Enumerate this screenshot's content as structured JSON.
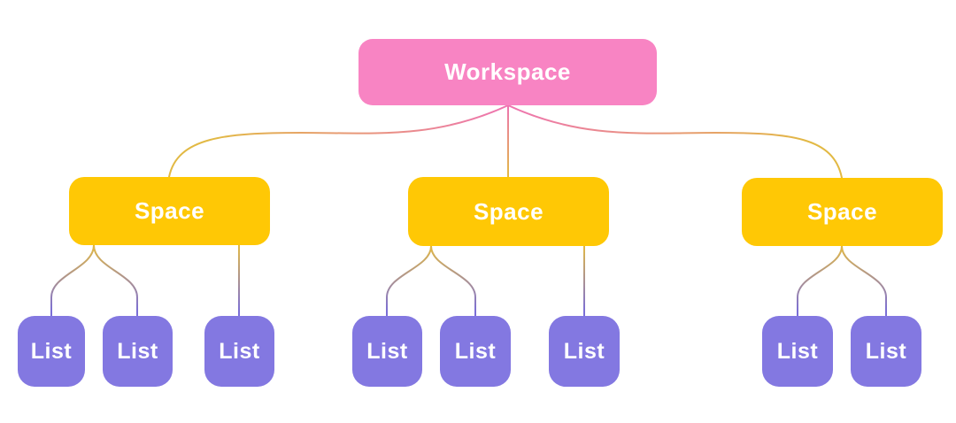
{
  "diagram": {
    "workspace": {
      "label": "Workspace"
    },
    "spaces": [
      {
        "label": "Space"
      },
      {
        "label": "Space"
      },
      {
        "label": "Space"
      }
    ],
    "lists": [
      {
        "label": "List"
      },
      {
        "label": "List"
      },
      {
        "label": "List"
      },
      {
        "label": "List"
      },
      {
        "label": "List"
      },
      {
        "label": "List"
      },
      {
        "label": "List"
      },
      {
        "label": "List"
      }
    ],
    "colors": {
      "workspace_fill": "#f884c3",
      "space_fill": "#ffc805",
      "list_fill": "#8378e1",
      "label_text": "#ffffff",
      "edge_pink": "#ee74b1",
      "edge_yellow": "#e2b944",
      "edge_purple": "#7b6fd6",
      "background": "#ffffff"
    }
  }
}
